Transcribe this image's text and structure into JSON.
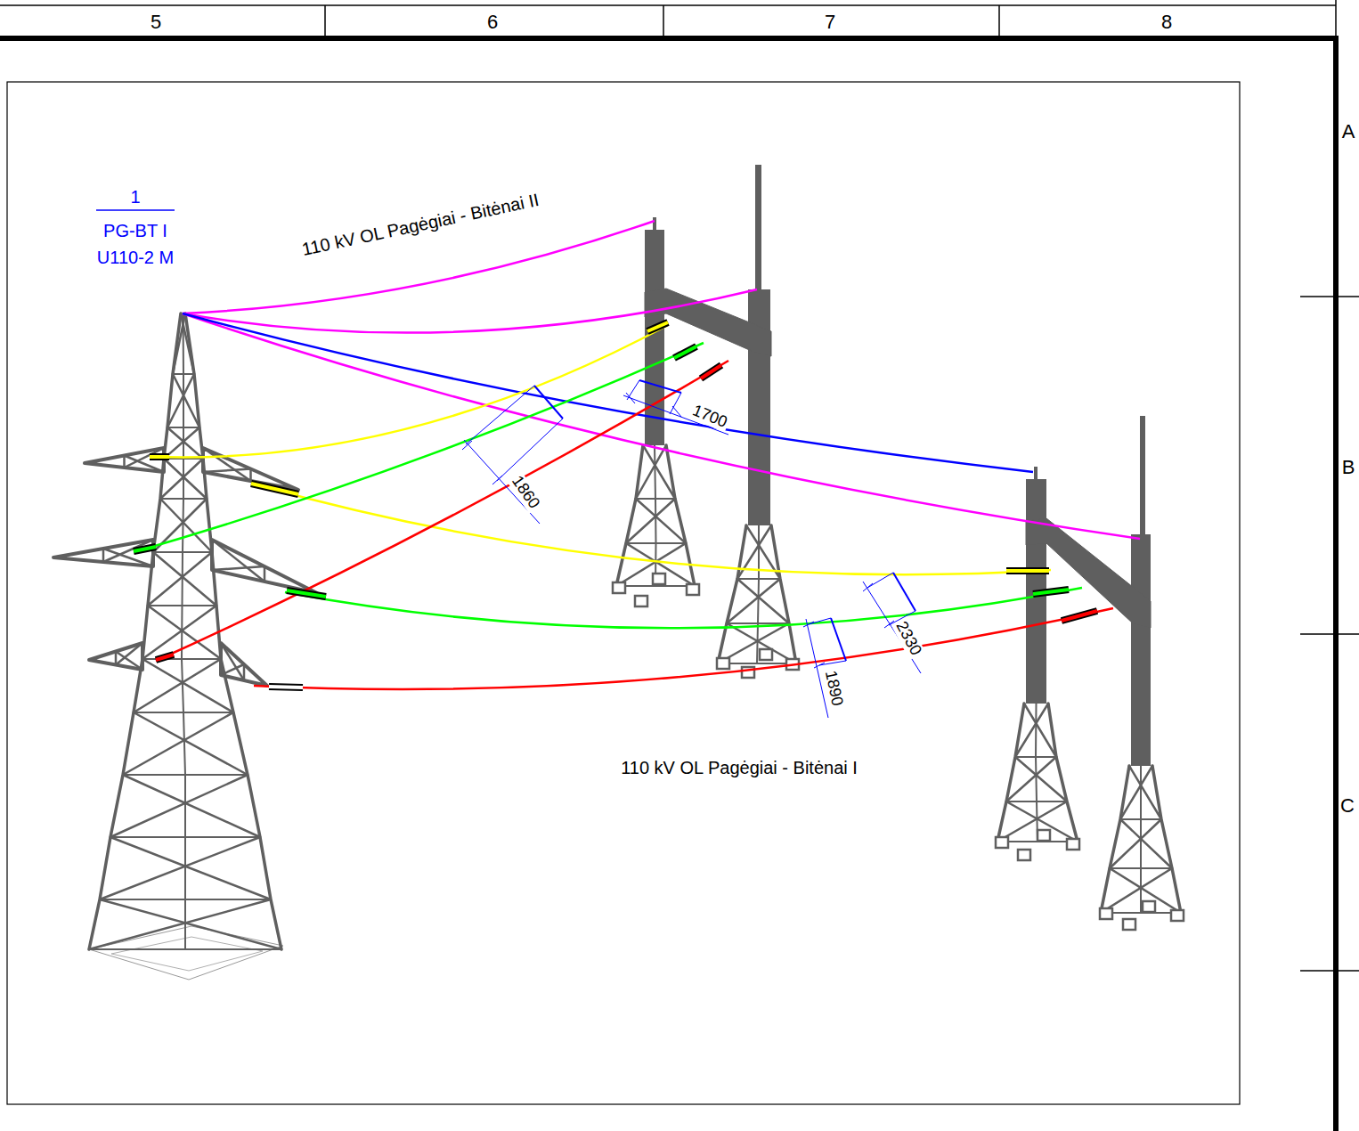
{
  "diagram": {
    "labels": [
      "5",
      "6",
      "7",
      "8",
      "A",
      "B",
      "C",
      "1",
      "PG-BT I",
      "U110-2 M",
      "110 kV OL Pagėgiai - Bitėnai II",
      "1700",
      "1860",
      "2330",
      "1890",
      "110 kV OL Pagėgiai - Bitėnai I"
    ]
  }
}
